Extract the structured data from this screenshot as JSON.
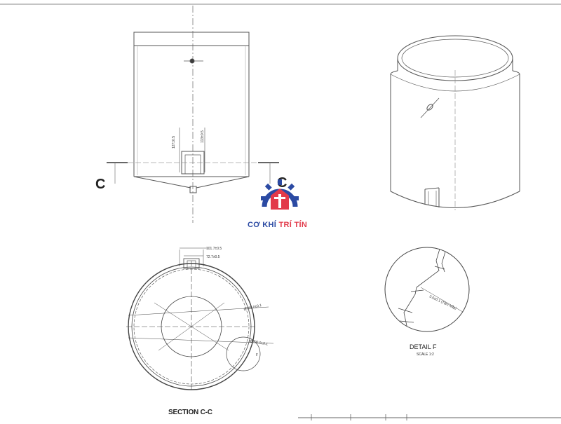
{
  "front_view": {
    "section_mark_left": "C",
    "section_mark_right": "C",
    "dim_left": "127±0.5",
    "dim_right": "113±0.5"
  },
  "section_view": {
    "title": "SECTION C-C",
    "dim_top_1": "101.7±0.5",
    "dim_top_2": "72.7±0.5",
    "dim_outer_1": "Ø780.0±0.1",
    "dim_outer_2": "Ø700.0±0.1",
    "detail_callout": "F"
  },
  "detail_view": {
    "title": "DETAIL F",
    "scale": "SCALE 1:2",
    "dim": "3.0±0.1 (Tấm Nắp)"
  },
  "logo": {
    "part1": "CƠ KHÍ",
    "part2": "TRÍ TÍN",
    "color_blue": "#2b4aa3",
    "color_red": "#e23a4a"
  }
}
